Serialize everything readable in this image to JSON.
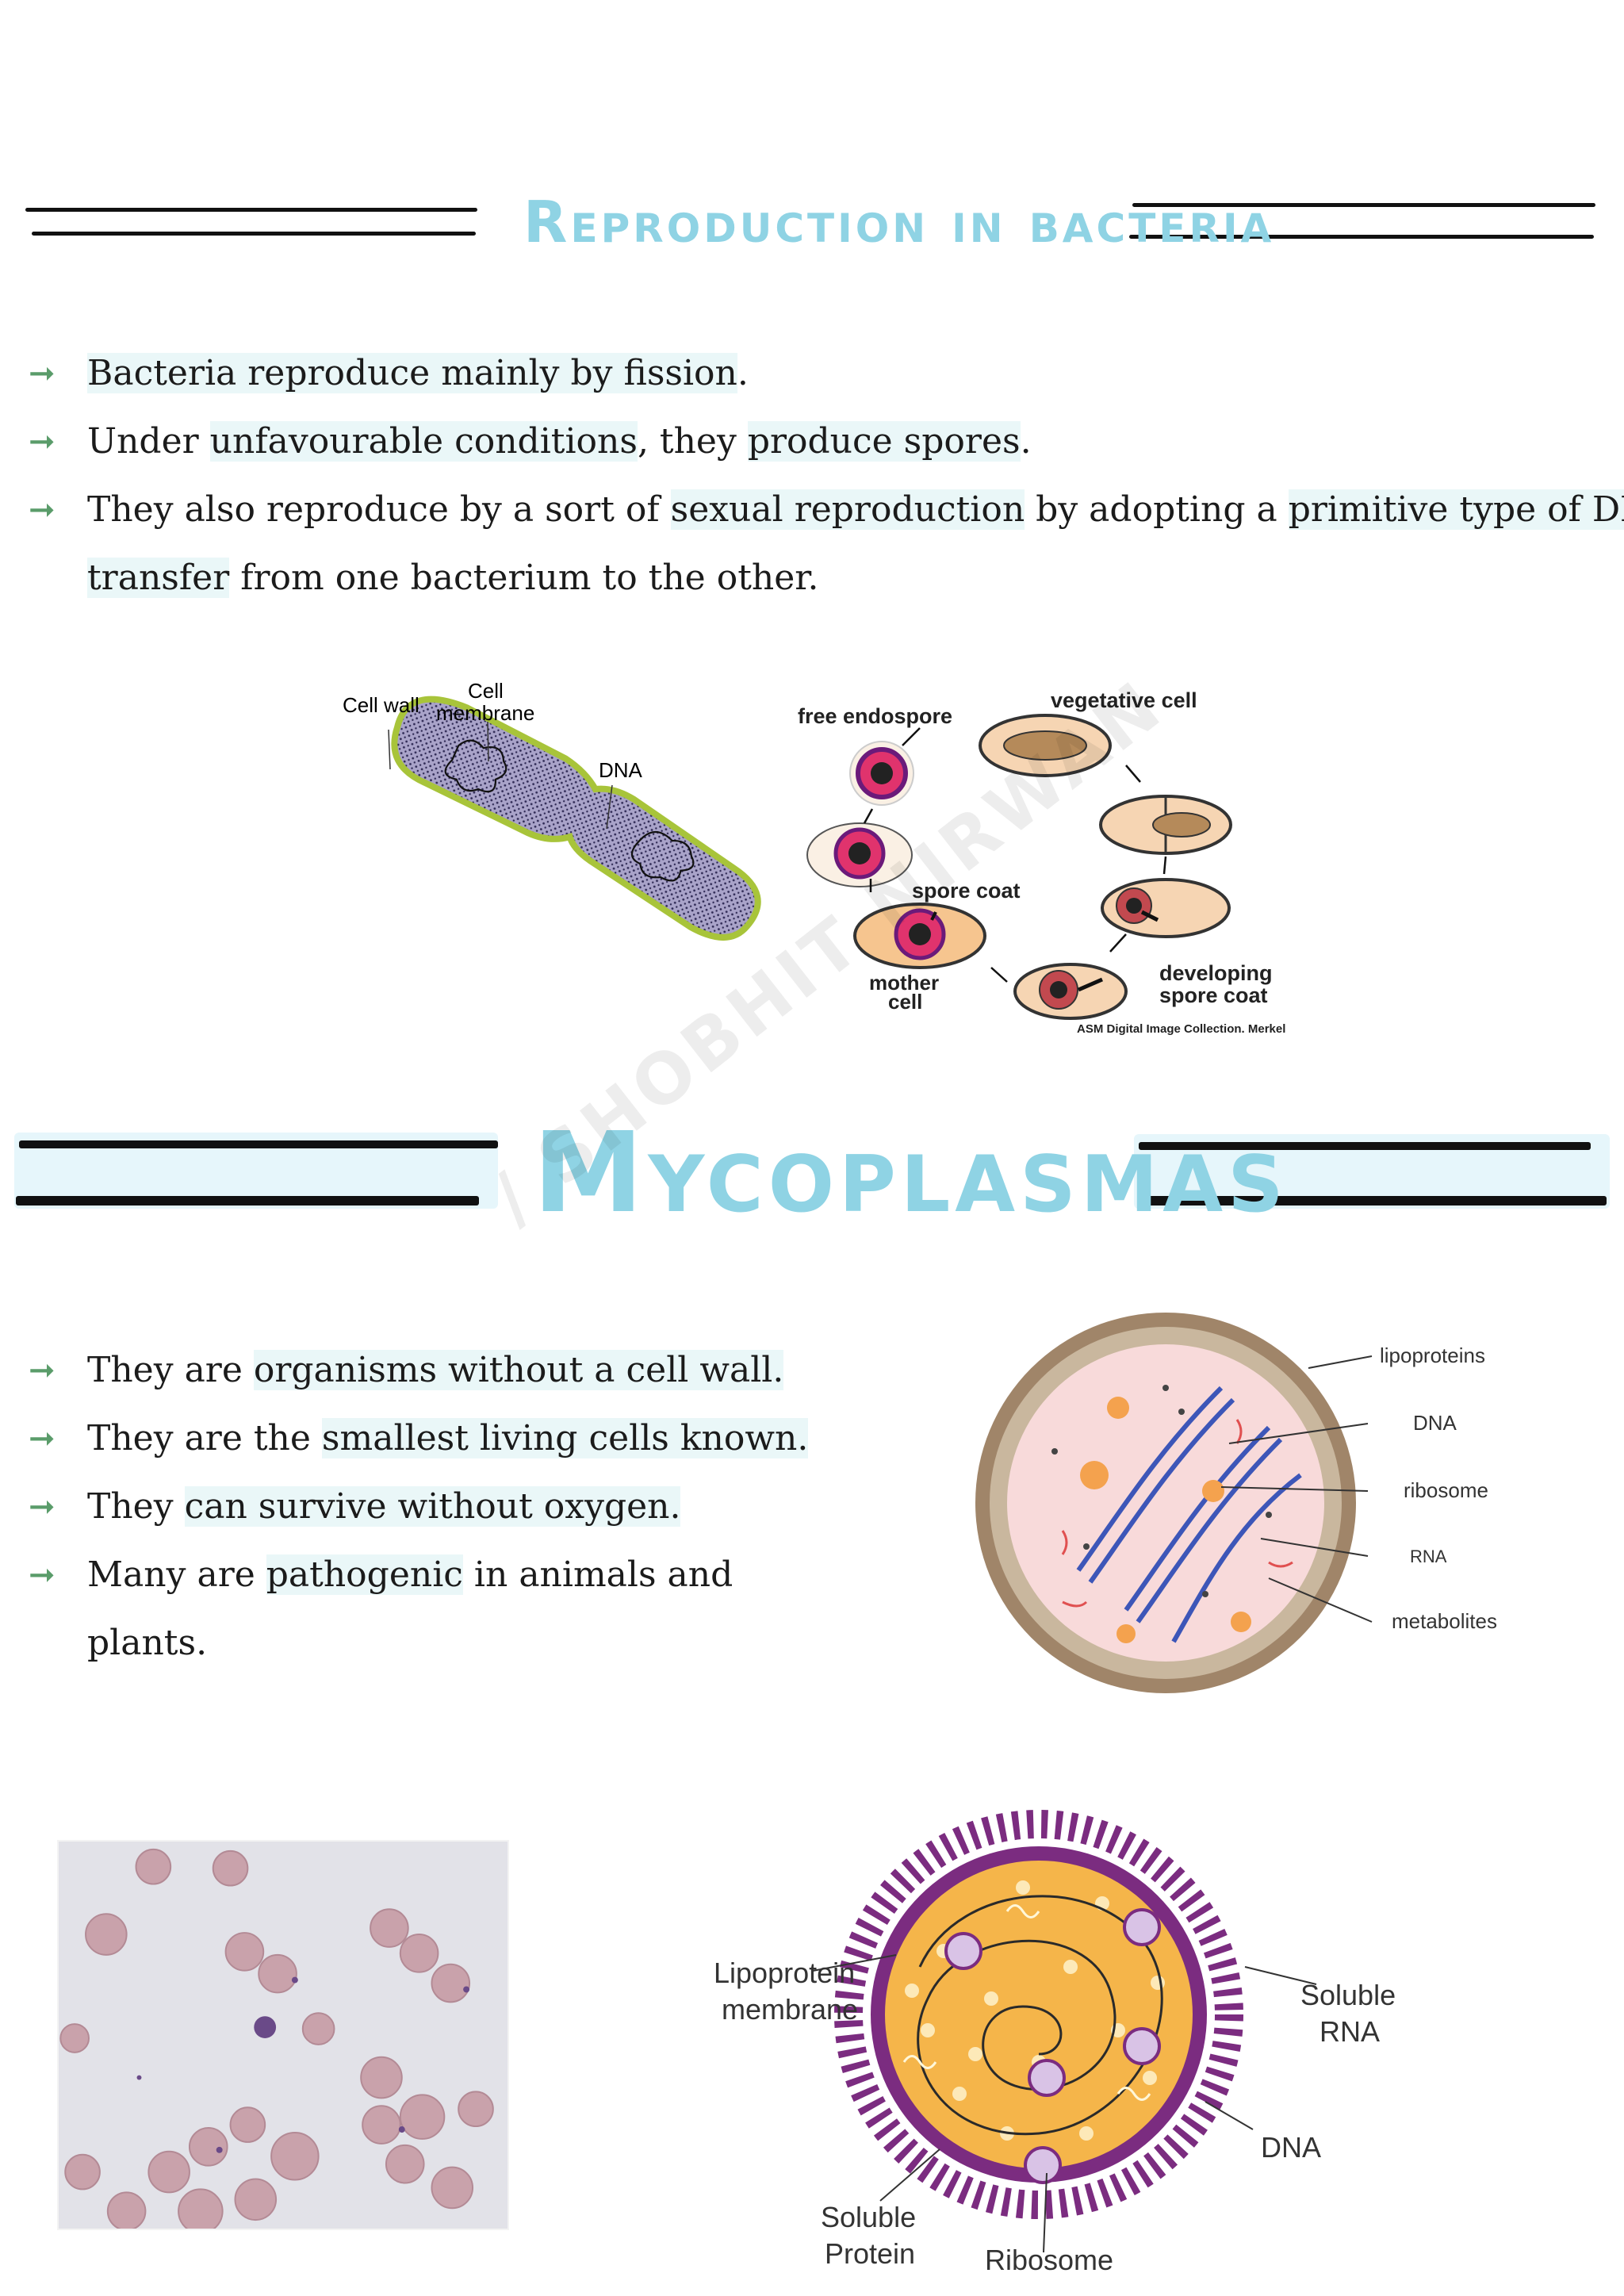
{
  "section1": {
    "title": "Reproduction in bacteria",
    "bullets": [
      {
        "pre": "",
        "hl": "Bacteria reproduce mainly by fission",
        "post": "."
      },
      {
        "pre": "Under ",
        "hl": "unfavourable conditions",
        "post": ", they ",
        "hl2": "produce spores",
        "post2": "."
      },
      {
        "pre": "They also reproduce by a sort of ",
        "hl": "sexual reproduction",
        "post": " by adopting a ",
        "hl2": "primitive type of DNA",
        "post2": ""
      }
    ],
    "bullet3_cont": {
      "hl": "transfer",
      "post": " from one bacterium to the other."
    }
  },
  "fig_fission": {
    "labels": {
      "cell_wall": "Cell wall",
      "cell_membrane_1": "Cell",
      "cell_membrane_2": "membrane",
      "dna": "DNA"
    }
  },
  "fig_endospore": {
    "labels": {
      "free_endospore": "free endospore",
      "vegetative_cell": "vegetative cell",
      "spore_coat": "spore coat",
      "mother_cell_1": "mother",
      "mother_cell_2": "cell",
      "developing_1": "developing",
      "developing_2": "spore coat",
      "credit": "ASM Digital Image Collection. Merkel"
    }
  },
  "section2": {
    "title": "Mycoplasmas",
    "bullets": [
      {
        "pre": "They are ",
        "hl": "organisms without a cell wall."
      },
      {
        "pre": "They are the ",
        "hl": "smallest living cells known."
      },
      {
        "pre": "They ",
        "hl": "can survive without oxygen."
      },
      {
        "pre": "Many are ",
        "hl": "pathogenic",
        "post": " in animals and"
      }
    ],
    "bullet4_cont": "plants."
  },
  "fig_myco1": {
    "labels": {
      "lipoproteins": "lipoproteins",
      "dna": "DNA",
      "ribosome": "ribosome",
      "rna": "RNA",
      "metabolites": "metabolites"
    }
  },
  "fig_myco2": {
    "labels": {
      "lipoprotein_1": "Lipoprotein",
      "lipoprotein_2": "membrane",
      "soluble_rna_1": "Soluble",
      "soluble_rna_2": "RNA",
      "dna": "DNA",
      "ribosome": "Ribosome",
      "soluble_protein_1": "Soluble",
      "soluble_protein_2": "Protein"
    }
  },
  "watermark": "/ SHOBHIT NIRWAN",
  "colors": {
    "heading": "#8fd3e4",
    "highlight": "#eaf7f8",
    "arrow": "#5a9c6a"
  }
}
